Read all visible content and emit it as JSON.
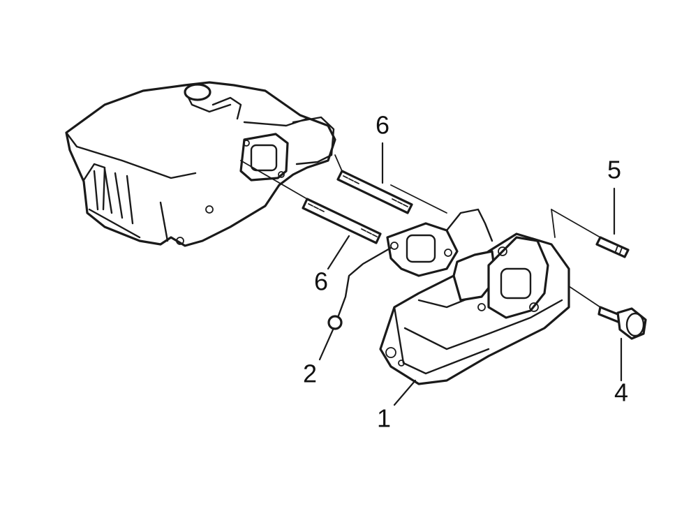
{
  "callouts": [
    {
      "id": "1",
      "label": "1"
    },
    {
      "id": "2",
      "label": "2"
    },
    {
      "id": "4",
      "label": "4"
    },
    {
      "id": "5",
      "label": "5"
    },
    {
      "id": "6a",
      "label": "6"
    },
    {
      "id": "6b",
      "label": "6"
    }
  ],
  "colors": {
    "line": "#1a1a1a",
    "background": "#ffffff"
  }
}
